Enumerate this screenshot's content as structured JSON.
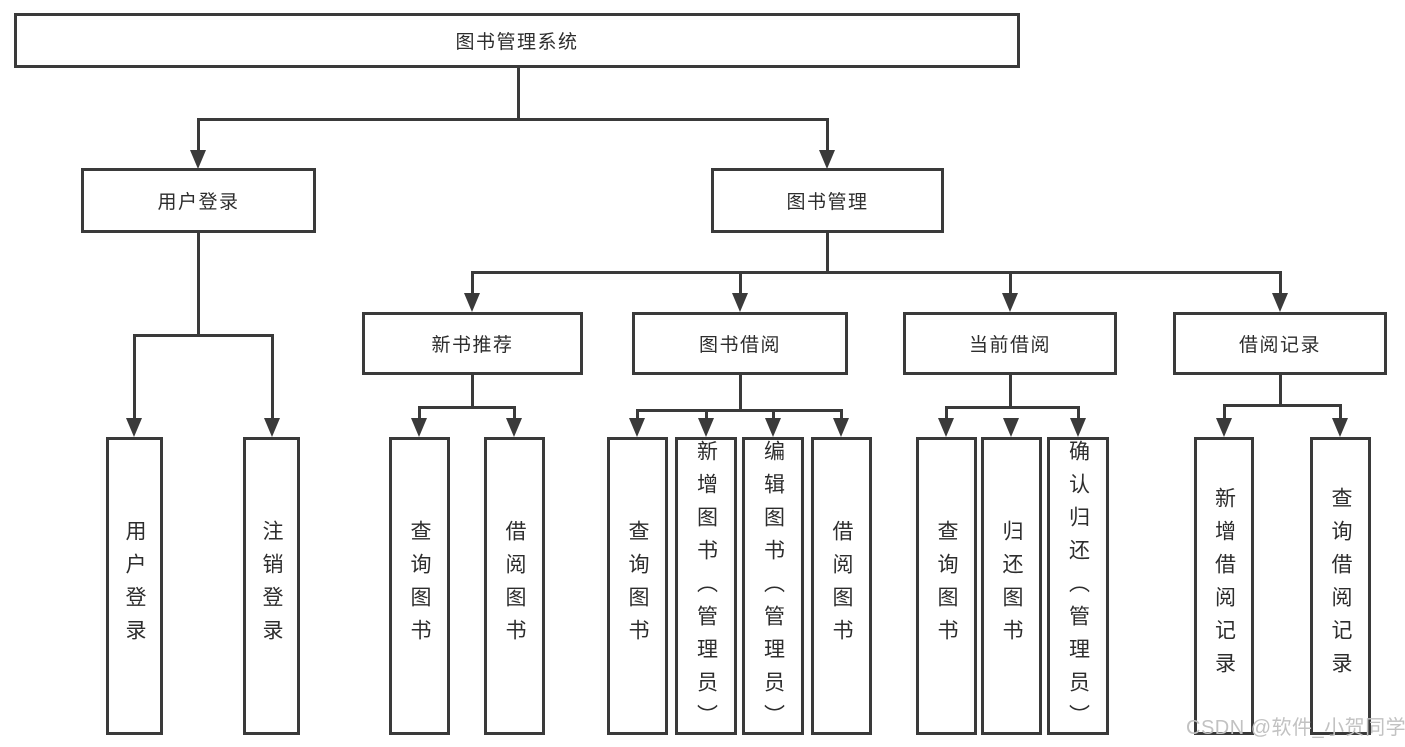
{
  "diagram_title": "图书管理系统",
  "nodes": {
    "root": "图书管理系统",
    "user_login": "用户登录",
    "book_mgmt": "图书管理",
    "new_books": "新书推荐",
    "book_borrow": "图书借阅",
    "current_borrow": "当前借阅",
    "borrow_records": "借阅记录",
    "user_login_leaf": "用户登录",
    "logout_leaf": "注销登录",
    "nb_query_books": "查询图书",
    "nb_borrow_books": "借阅图书",
    "bb_query_books": "查询图书",
    "bb_add_books": "新增图书（管理员）",
    "bb_edit_books": "编辑图书（管理员）",
    "bb_borrow_books": "借阅图书",
    "cb_query_books": "查询图书",
    "cb_return_books": "归还图书",
    "cb_confirm_return": "确认归还（管理员）",
    "br_add_record": "新增借阅记录",
    "br_query_record": "查询借阅记录"
  },
  "watermark": "CSDN @软件_小贺同学",
  "colors": {
    "line": "#3a3a3a",
    "text": "#2d2d2d",
    "watermark": "#c2c2c2",
    "background": "#ffffff"
  }
}
